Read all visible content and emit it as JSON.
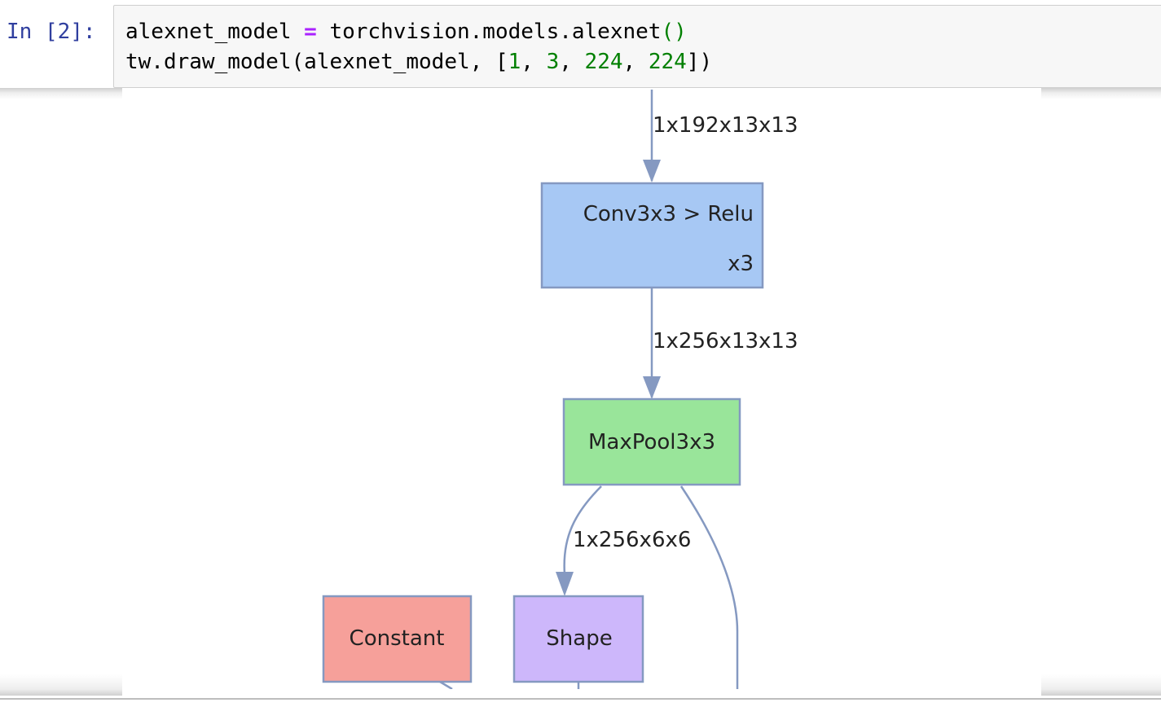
{
  "cell": {
    "prompt": "In [2]:",
    "code": {
      "line1": {
        "var": "alexnet_model ",
        "op": "=",
        "rhs": " torchvision.models.alexnet",
        "parens": "()"
      },
      "line2": {
        "head": "tw.draw_model(alexnet_model, [",
        "n1": "1",
        "sep1": ", ",
        "n2": "3",
        "sep2": ", ",
        "n3": "224",
        "sep3": ", ",
        "n4": "224",
        "tail": "])"
      }
    }
  },
  "graph": {
    "edges": {
      "e1_label": "1x192x13x13",
      "e2_label": "1x256x13x13",
      "e3_label": "1x256x6x6"
    },
    "nodes": {
      "conv": {
        "label": "Conv3x3 > Relu",
        "repeat": "x3",
        "fill": "#a7c8f4"
      },
      "maxpool": {
        "label": "MaxPool3x3",
        "fill": "#99e59a"
      },
      "constant": {
        "label": "Constant",
        "fill": "#f6a09a"
      },
      "shape": {
        "label": "Shape",
        "fill": "#cdb7fb"
      }
    },
    "edge_color": "#8599c1",
    "node_border": "#8599c1"
  }
}
